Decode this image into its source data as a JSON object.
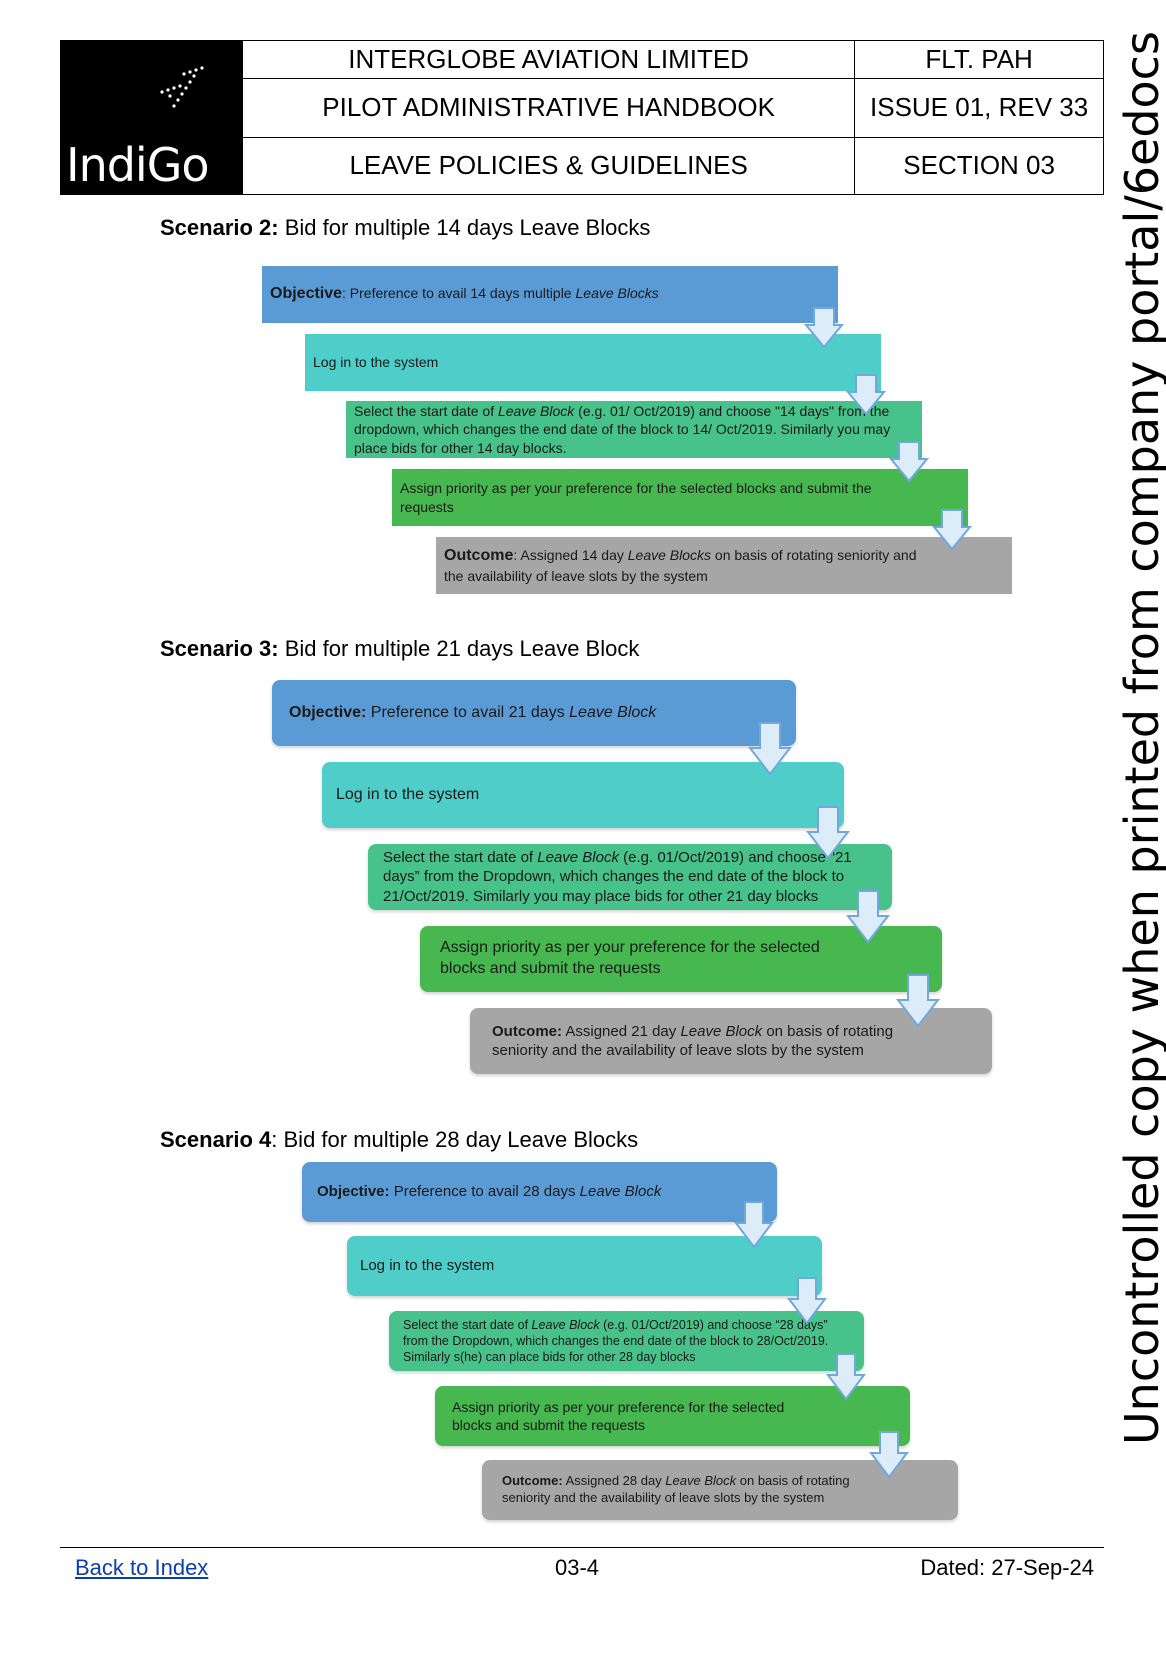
{
  "header": {
    "logo_text": "IndiGo",
    "company": "INTERGLOBE AVIATION LIMITED",
    "code": "FLT. PAH",
    "handbook": "PILOT ADMINISTRATIVE HANDBOOK",
    "issue": "ISSUE 01, REV 33",
    "section_title": "LEAVE POLICIES & GUIDELINES",
    "section": "SECTION 03"
  },
  "scenarios": [
    {
      "label": "Scenario 2:",
      "title": " Bid for multiple 14 days Leave Blocks",
      "steps": {
        "objective_label": "Objective",
        "objective_text": ": Preference to avail 14 days multiple ",
        "objective_italic": "Leave Blocks",
        "login": "Log in to the system",
        "select_a": "Select the start date of ",
        "select_italic": "Leave Block",
        "select_b": " (e.g. 01/ Oct/2019) and choose \"14 days\" from the dropdown, which changes the end date of the block to 14/ Oct/2019. Similarly you may place bids for other 14 day blocks.",
        "assign": "Assign priority as per your preference for the selected blocks and submit the requests",
        "outcome_label": "Outcome",
        "outcome_a": ":  Assigned 14 day ",
        "outcome_italic": "Leave Blocks",
        "outcome_b": " on basis of rotating seniority and the availability of leave slots by the system"
      }
    },
    {
      "label": "Scenario 3:",
      "title": " Bid for multiple 21 days Leave Block",
      "steps": {
        "objective_label": "Objective:",
        "objective_text": " Preference to avail 21 days ",
        "objective_italic": "Leave Block",
        "login": "Log in to the system",
        "select_a": "Select the start date of ",
        "select_italic": "Leave Block",
        "select_b": " (e.g. 01/Oct/2019) and choose “21 days” from the Dropdown, which changes the end date of the block to 21/Oct/2019. Similarly you may place bids for other 21 day blocks",
        "assign": "Assign priority as per your preference for the selected blocks and submit the requests",
        "outcome_label": "Outcome:",
        "outcome_a": " Assigned 21 day ",
        "outcome_italic": "Leave Block",
        "outcome_b": " on basis of rotating seniority and the availability of leave slots by the system"
      }
    },
    {
      "label": "Scenario 4",
      "title": ": Bid for multiple 28 day Leave Blocks",
      "steps": {
        "objective_label": "Objective:",
        "objective_text": " Preference to avail 28 days ",
        "objective_italic": "Leave Block",
        "login": "Log in to the system",
        "select_a": "Select the start date of ",
        "select_italic": "Leave Block",
        "select_b": " (e.g. 01/Oct/2019) and choose “28 days” from the Dropdown, which changes the end date of the block to 28/Oct/2019. Similarly s(he) can place bids for other 28 day blocks",
        "assign": "Assign priority as per your preference for the selected blocks and submit the requests",
        "outcome_label": "Outcome:",
        "outcome_a": " Assigned 28 day ",
        "outcome_italic": "Leave Block",
        "outcome_b": " on basis of rotating seniority and the availability of leave slots by the system"
      }
    }
  ],
  "watermark": "Uncontrolled copy when printed from company portal/6edocs",
  "footer": {
    "back_link": "Back to Index",
    "page": "03-4",
    "date": "Dated: 27-Sep-24"
  },
  "colors": {
    "objective": "#5b9bd5",
    "login": "#4fcdc9",
    "select": "#47c28a",
    "assign": "#47b84f",
    "outcome": "#a6a6a6",
    "link": "#0b3eaf"
  }
}
